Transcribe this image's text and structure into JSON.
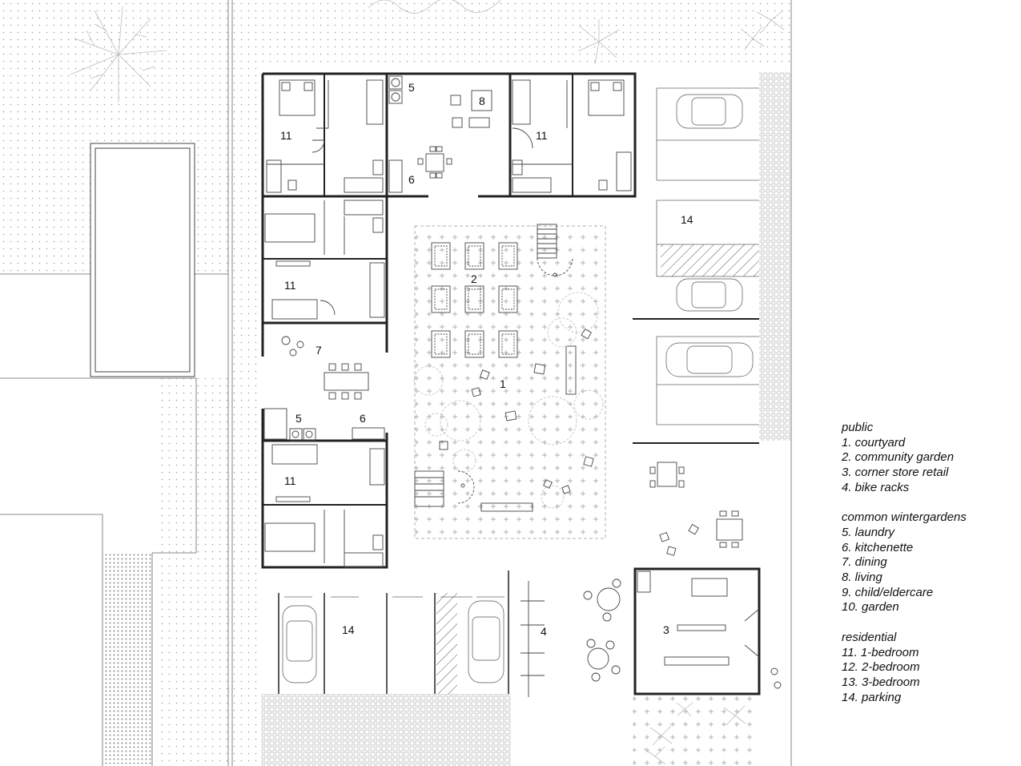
{
  "labels": {
    "courtyard": "1",
    "garden": "2",
    "retail": "3",
    "bikes": "4",
    "laundry": "5",
    "kitchenette": "6",
    "dining": "7",
    "living": "8",
    "one_bed": "11",
    "parking": "14"
  },
  "legend": {
    "public": {
      "heading": "public",
      "items": [
        "1. courtyard",
        "2. community garden",
        "3. corner store retail",
        "4. bike racks"
      ]
    },
    "common": {
      "heading": "common wintergardens",
      "items": [
        "5. laundry",
        "6. kitchenette",
        "7. dining",
        "8. living",
        "9. child/eldercare",
        "10. garden"
      ]
    },
    "residential": {
      "heading": "residential",
      "items": [
        "11. 1-bedroom",
        "12. 2-bedroom",
        "13. 3-bedroom",
        "14. parking"
      ]
    }
  },
  "colors": {
    "wall": "#222222",
    "fixture": "#444444",
    "paving_dot": "#9a9a9a",
    "planting": "#bbbbbb",
    "hatch": "#555555"
  }
}
